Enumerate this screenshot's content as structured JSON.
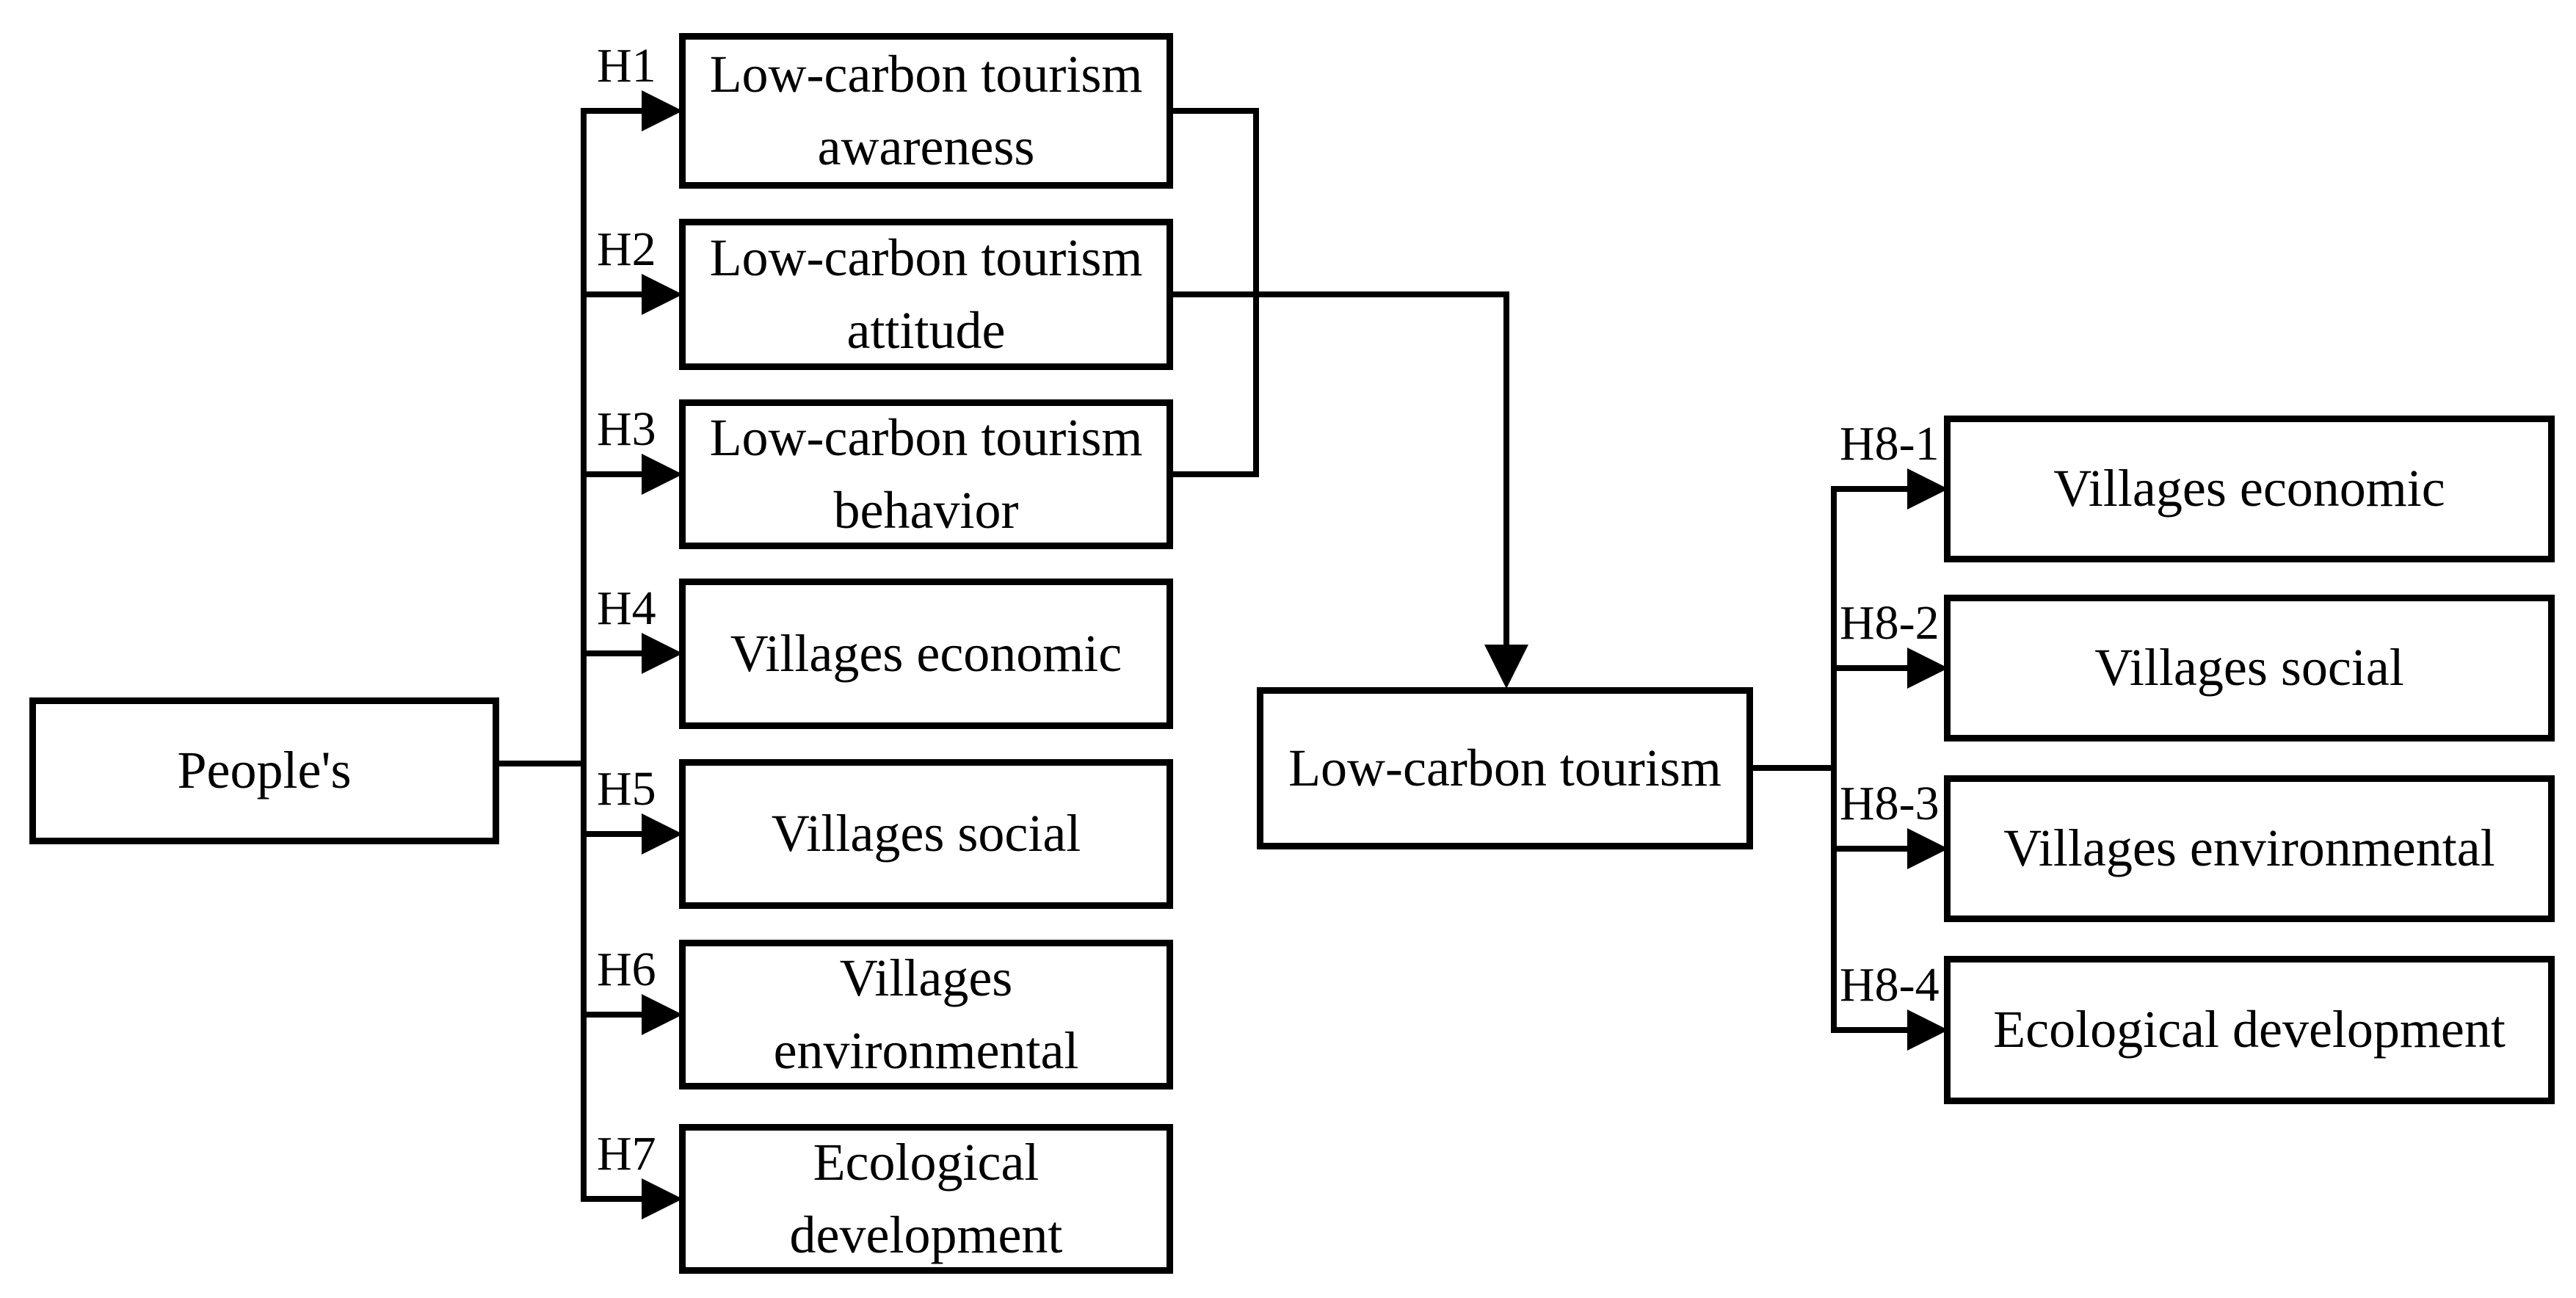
{
  "diagram": {
    "source": {
      "label": "People's"
    },
    "mediators": [
      {
        "id": "H1",
        "label": "Low-carbon tourism awareness"
      },
      {
        "id": "H2",
        "label": "Low-carbon tourism attitude"
      },
      {
        "id": "H3",
        "label": "Low-carbon tourism behavior"
      },
      {
        "id": "H4",
        "label": "Villages economic"
      },
      {
        "id": "H5",
        "label": "Villages social"
      },
      {
        "id": "H6",
        "label": "Villages environmental"
      },
      {
        "id": "H7",
        "label": "Ecological development"
      }
    ],
    "hub": {
      "label": "Low-carbon tourism"
    },
    "outcomes": [
      {
        "id": "H8-1",
        "label": "Villages economic"
      },
      {
        "id": "H8-2",
        "label": "Villages social"
      },
      {
        "id": "H8-3",
        "label": "Villages environmental"
      },
      {
        "id": "H8-4",
        "label": "Ecological development"
      }
    ],
    "colors": {
      "background": "#ffffff",
      "line": "#000000",
      "box_border": "#000000",
      "text": "#000000"
    }
  }
}
